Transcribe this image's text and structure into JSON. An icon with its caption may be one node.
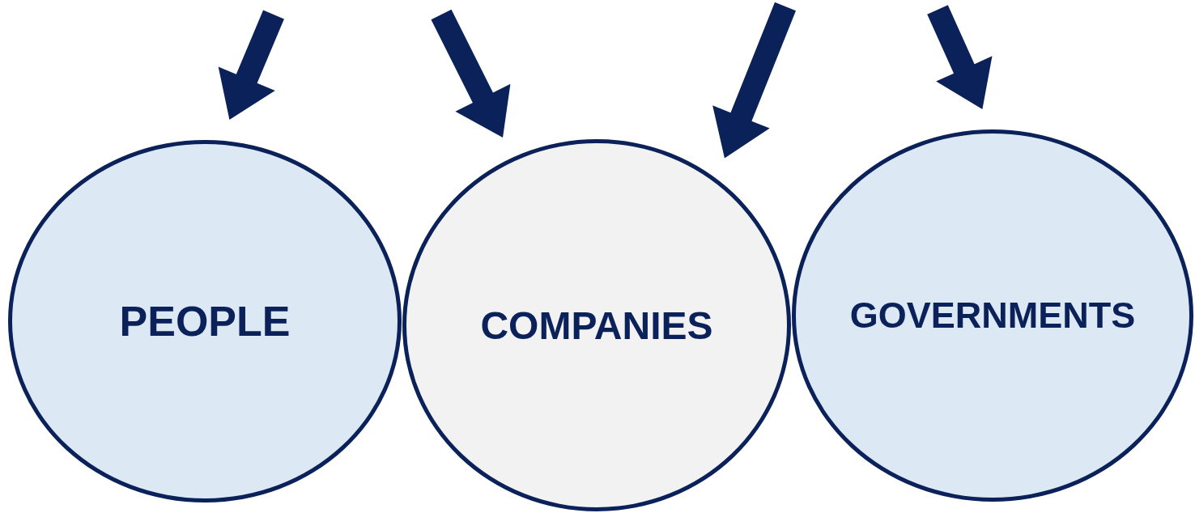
{
  "diagram": {
    "nodes": [
      {
        "text": [
          "PEOPLE"
        ]
      },
      {
        "text": [
          "COMPANIES"
        ]
      },
      {
        "text": [
          "GOVERNMENTS"
        ]
      }
    ],
    "edges": [
      {
        "from": null,
        "to": 0,
        "arrow": "to"
      },
      {
        "from": null,
        "to": 1,
        "arrow": "to"
      },
      {
        "from": null,
        "to": 1,
        "arrow": "to"
      },
      {
        "from": null,
        "to": 2,
        "arrow": "to"
      }
    ]
  }
}
